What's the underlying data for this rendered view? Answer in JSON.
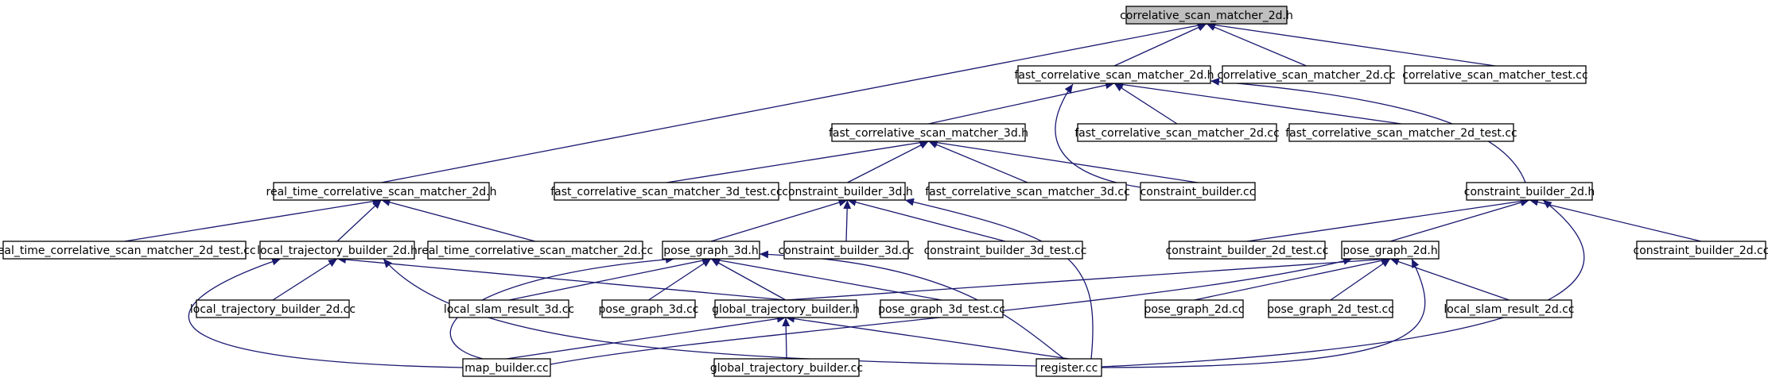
{
  "graph": {
    "root": "correlative_scan_matcher_2d.h",
    "nodes": [
      {
        "id": "correlative_scan_matcher_2d_h",
        "label": "correlative_scan_matcher_2d.h",
        "root": true
      },
      {
        "id": "fast_correlative_scan_matcher_2d_h",
        "label": "fast_correlative_scan_matcher_2d.h"
      },
      {
        "id": "correlative_scan_matcher_2d_cc",
        "label": "correlative_scan_matcher_2d.cc"
      },
      {
        "id": "correlative_scan_matcher_test_cc",
        "label": "correlative_scan_matcher_test.cc"
      },
      {
        "id": "fast_correlative_scan_matcher_3d_h",
        "label": "fast_correlative_scan_matcher_3d.h"
      },
      {
        "id": "fast_correlative_scan_matcher_2d_cc",
        "label": "fast_correlative_scan_matcher_2d.cc"
      },
      {
        "id": "fast_correlative_scan_matcher_2d_test_cc",
        "label": "fast_correlative_scan_matcher_2d_test.cc"
      },
      {
        "id": "real_time_correlative_scan_matcher_2d_h",
        "label": "real_time_correlative_scan_matcher_2d.h"
      },
      {
        "id": "fast_correlative_scan_matcher_3d_test_cc",
        "label": "fast_correlative_scan_matcher_3d_test.cc"
      },
      {
        "id": "constraint_builder_3d_h",
        "label": "constraint_builder_3d.h"
      },
      {
        "id": "fast_correlative_scan_matcher_3d_cc",
        "label": "fast_correlative_scan_matcher_3d.cc"
      },
      {
        "id": "constraint_builder_cc",
        "label": "constraint_builder.cc"
      },
      {
        "id": "constraint_builder_2d_h",
        "label": "constraint_builder_2d.h"
      },
      {
        "id": "real_time_correlative_scan_matcher_2d_test_cc",
        "label": "real_time_correlative_scan_matcher_2d_test.cc"
      },
      {
        "id": "local_trajectory_builder_2d_h",
        "label": "local_trajectory_builder_2d.h"
      },
      {
        "id": "real_time_correlative_scan_matcher_2d_cc",
        "label": "real_time_correlative_scan_matcher_2d.cc"
      },
      {
        "id": "pose_graph_3d_h",
        "label": "pose_graph_3d.h"
      },
      {
        "id": "constraint_builder_3d_cc",
        "label": "constraint_builder_3d.cc"
      },
      {
        "id": "constraint_builder_3d_test_cc",
        "label": "constraint_builder_3d_test.cc"
      },
      {
        "id": "constraint_builder_2d_test_cc",
        "label": "constraint_builder_2d_test.cc"
      },
      {
        "id": "pose_graph_2d_h",
        "label": "pose_graph_2d.h"
      },
      {
        "id": "constraint_builder_2d_cc",
        "label": "constraint_builder_2d.cc"
      },
      {
        "id": "local_trajectory_builder_2d_cc",
        "label": "local_trajectory_builder_2d.cc"
      },
      {
        "id": "local_slam_result_3d_cc",
        "label": "local_slam_result_3d.cc"
      },
      {
        "id": "pose_graph_3d_cc",
        "label": "pose_graph_3d.cc"
      },
      {
        "id": "global_trajectory_builder_h",
        "label": "global_trajectory_builder.h"
      },
      {
        "id": "pose_graph_3d_test_cc",
        "label": "pose_graph_3d_test.cc"
      },
      {
        "id": "pose_graph_2d_cc",
        "label": "pose_graph_2d.cc"
      },
      {
        "id": "pose_graph_2d_test_cc",
        "label": "pose_graph_2d_test.cc"
      },
      {
        "id": "local_slam_result_2d_cc",
        "label": "local_slam_result_2d.cc"
      },
      {
        "id": "map_builder_cc",
        "label": "map_builder.cc"
      },
      {
        "id": "global_trajectory_builder_cc",
        "label": "global_trajectory_builder.cc"
      },
      {
        "id": "register_cc",
        "label": "register.cc"
      }
    ],
    "edges": [
      {
        "from": "correlative_scan_matcher_2d_h",
        "to": "fast_correlative_scan_matcher_2d_h"
      },
      {
        "from": "correlative_scan_matcher_2d_h",
        "to": "correlative_scan_matcher_2d_cc"
      },
      {
        "from": "correlative_scan_matcher_2d_h",
        "to": "correlative_scan_matcher_test_cc"
      },
      {
        "from": "correlative_scan_matcher_2d_h",
        "to": "real_time_correlative_scan_matcher_2d_h"
      },
      {
        "from": "fast_correlative_scan_matcher_2d_h",
        "to": "fast_correlative_scan_matcher_3d_h"
      },
      {
        "from": "fast_correlative_scan_matcher_2d_h",
        "to": "fast_correlative_scan_matcher_2d_cc"
      },
      {
        "from": "fast_correlative_scan_matcher_2d_h",
        "to": "fast_correlative_scan_matcher_2d_test_cc"
      },
      {
        "from": "fast_correlative_scan_matcher_2d_h",
        "to": "constraint_builder_cc"
      },
      {
        "from": "fast_correlative_scan_matcher_2d_h",
        "to": "constraint_builder_2d_h"
      },
      {
        "from": "fast_correlative_scan_matcher_3d_h",
        "to": "fast_correlative_scan_matcher_3d_test_cc"
      },
      {
        "from": "fast_correlative_scan_matcher_3d_h",
        "to": "constraint_builder_3d_h"
      },
      {
        "from": "fast_correlative_scan_matcher_3d_h",
        "to": "fast_correlative_scan_matcher_3d_cc"
      },
      {
        "from": "fast_correlative_scan_matcher_3d_h",
        "to": "constraint_builder_cc"
      },
      {
        "from": "real_time_correlative_scan_matcher_2d_h",
        "to": "real_time_correlative_scan_matcher_2d_test_cc"
      },
      {
        "from": "real_time_correlative_scan_matcher_2d_h",
        "to": "local_trajectory_builder_2d_h"
      },
      {
        "from": "real_time_correlative_scan_matcher_2d_h",
        "to": "real_time_correlative_scan_matcher_2d_cc"
      },
      {
        "from": "constraint_builder_3d_h",
        "to": "pose_graph_3d_h"
      },
      {
        "from": "constraint_builder_3d_h",
        "to": "constraint_builder_3d_cc"
      },
      {
        "from": "constraint_builder_3d_h",
        "to": "constraint_builder_3d_test_cc"
      },
      {
        "from": "constraint_builder_3d_h",
        "to": "register_cc"
      },
      {
        "from": "constraint_builder_2d_h",
        "to": "constraint_builder_2d_test_cc"
      },
      {
        "from": "constraint_builder_2d_h",
        "to": "pose_graph_2d_h"
      },
      {
        "from": "constraint_builder_2d_h",
        "to": "constraint_builder_2d_cc"
      },
      {
        "from": "constraint_builder_2d_h",
        "to": "register_cc"
      },
      {
        "from": "local_trajectory_builder_2d_h",
        "to": "local_trajectory_builder_2d_cc"
      },
      {
        "from": "local_trajectory_builder_2d_h",
        "to": "global_trajectory_builder_h"
      },
      {
        "from": "local_trajectory_builder_2d_h",
        "to": "map_builder_cc"
      },
      {
        "from": "local_trajectory_builder_2d_h",
        "to": "register_cc"
      },
      {
        "from": "pose_graph_3d_h",
        "to": "local_slam_result_3d_cc"
      },
      {
        "from": "pose_graph_3d_h",
        "to": "pose_graph_3d_cc"
      },
      {
        "from": "pose_graph_3d_h",
        "to": "global_trajectory_builder_h"
      },
      {
        "from": "pose_graph_3d_h",
        "to": "pose_graph_3d_test_cc"
      },
      {
        "from": "pose_graph_3d_h",
        "to": "map_builder_cc"
      },
      {
        "from": "pose_graph_3d_h",
        "to": "register_cc"
      },
      {
        "from": "pose_graph_2d_h",
        "to": "global_trajectory_builder_h"
      },
      {
        "from": "pose_graph_2d_h",
        "to": "pose_graph_2d_cc"
      },
      {
        "from": "pose_graph_2d_h",
        "to": "pose_graph_2d_test_cc"
      },
      {
        "from": "pose_graph_2d_h",
        "to": "local_slam_result_2d_cc"
      },
      {
        "from": "pose_graph_2d_h",
        "to": "map_builder_cc"
      },
      {
        "from": "pose_graph_2d_h",
        "to": "register_cc"
      },
      {
        "from": "global_trajectory_builder_h",
        "to": "map_builder_cc"
      },
      {
        "from": "global_trajectory_builder_h",
        "to": "global_trajectory_builder_cc"
      },
      {
        "from": "global_trajectory_builder_h",
        "to": "register_cc"
      }
    ]
  },
  "colors": {
    "edge": "#191970",
    "node_fill": "#ffffff",
    "root_fill": "#bfbfbf",
    "node_border": "#000000",
    "background": "#ffffff"
  }
}
